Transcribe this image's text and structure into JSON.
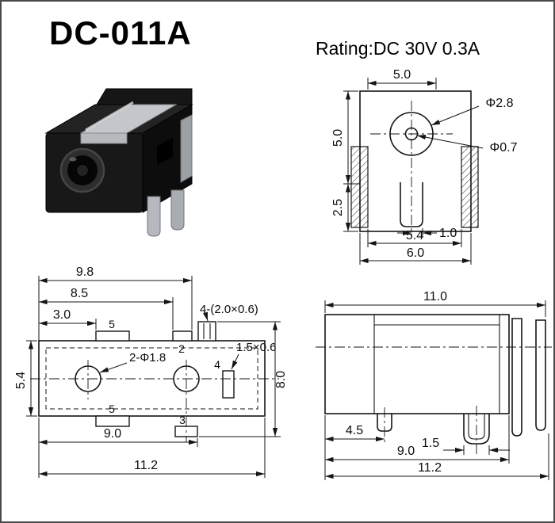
{
  "title": "DC-011A",
  "rating": "Rating:DC 30V 0.3A",
  "colors": {
    "ink": "#151515",
    "metal": "#c3c7cb",
    "plastic": "#161616"
  },
  "front_view": {
    "dim_top_width": "5.0",
    "dim_side_upper": "5.0",
    "dim_side_lower": "2.5",
    "dim_pin_offset": "1.0",
    "dim_inner_width": "5.4",
    "dim_outer_width": "6.0",
    "label_barrel_diameter": "Φ2.8",
    "label_pin_diameter": "Φ0.7"
  },
  "top_view": {
    "dim_width_outer": "9.8",
    "dim_width_mid": "8.5",
    "dim_width_inner": "3.0",
    "label_pad_top_left": "5",
    "label_pad_top_mid": "2",
    "note_corner_pads": "4-(2.0×0.6)",
    "note_holes": "2-Φ1.8",
    "note_side_pin": "1.5×0.6",
    "label_pad_side": "4",
    "dim_depth_body": "5.4",
    "dim_depth_total": "8.0",
    "label_pad_bottom_left": "5",
    "label_pad_bottom_mid": "3",
    "dim_bottom_inner": "9.0",
    "dim_bottom_total": "11.2"
  },
  "side_view": {
    "dim_top_width": "11.0",
    "dim_pin_first": "4.5",
    "dim_body_length": "9.0",
    "dim_pin_width": "1.5",
    "dim_total_length": "11.2"
  }
}
